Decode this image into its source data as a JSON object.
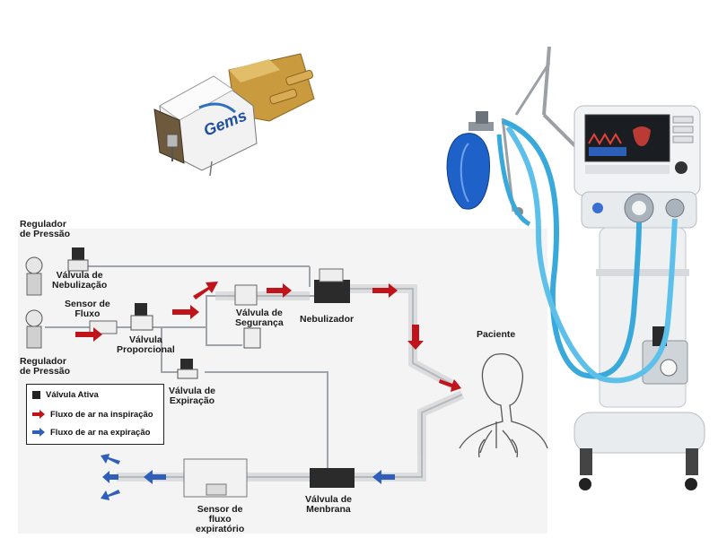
{
  "colors": {
    "inspiration_arrow": "#c0141a",
    "expiration_arrow": "#2f5fb8",
    "active_valve": "#2b2b2b",
    "tube_blue": "#39a9dc",
    "bag_blue": "#1e62c9",
    "gems_brass": "#c99a3e"
  },
  "product": {
    "brand_logo": "Gems"
  },
  "labels": {
    "regulator_top": [
      "Regulador",
      "de Pressão"
    ],
    "nebulization_valve": [
      "Válvula de",
      "Nebulização"
    ],
    "flow_sensor": [
      "Sensor de",
      "Fluxo"
    ],
    "proportional_valve": [
      "Válvula",
      "Proporcional"
    ],
    "regulator_bottom": [
      "Regulador",
      "de Pressão"
    ],
    "safety_valve": [
      "Válvula de",
      "Segurança"
    ],
    "nebulizer": "Nebulizador",
    "patient": "Paciente",
    "expiration_valve": [
      "Válvula de",
      "Expiração"
    ],
    "membrane_valve": [
      "Válvula de",
      "Menbrana"
    ],
    "expiratory_flow_sensor": [
      "Sensor de",
      "fluxo",
      "expiratório"
    ]
  },
  "legend": {
    "active_valve": "Válvula Ativa",
    "inspiration_flow": "Fluxo de ar na inspiração",
    "expiration_flow": "Fluxo de ar na expiração"
  }
}
